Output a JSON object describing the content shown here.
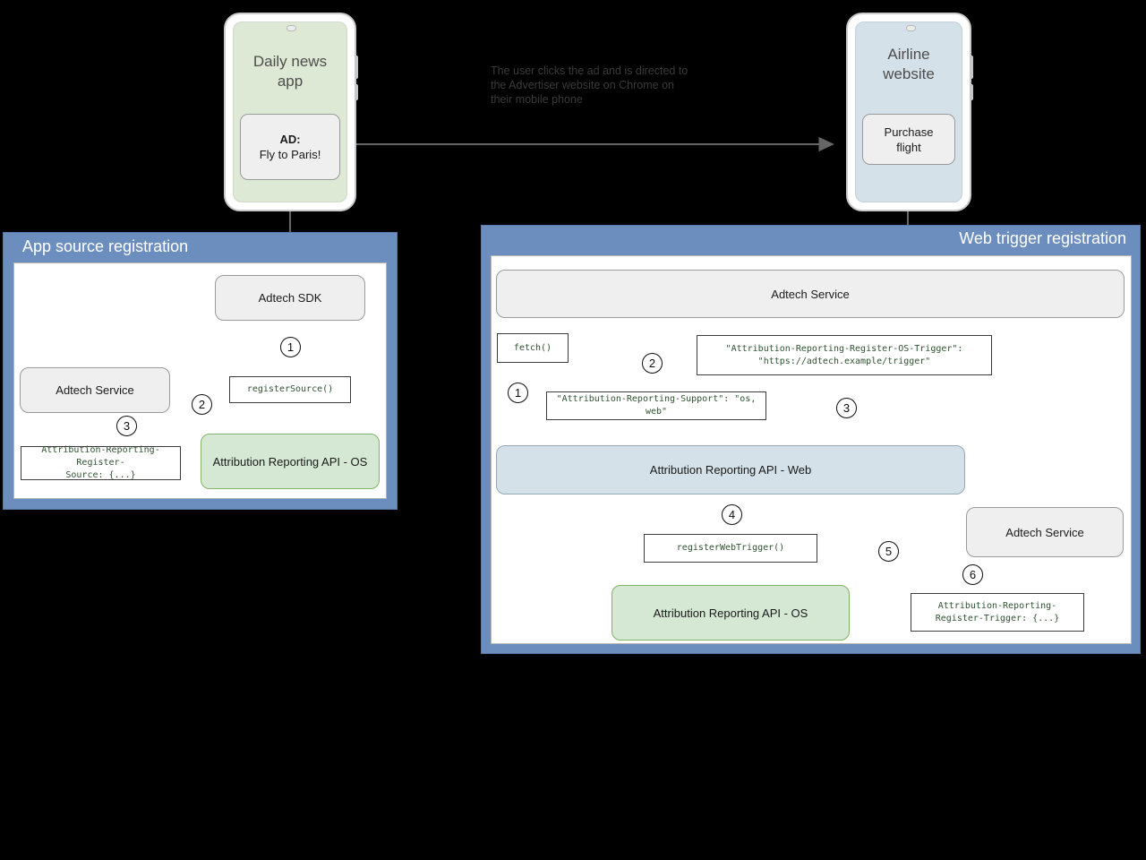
{
  "colors": {
    "panel_blue": "#6c8ebf",
    "node_gray": "#efefef",
    "node_green": "#d5e8d4",
    "node_bluegray": "#d4e1e8",
    "code_text_green": "#2f5231",
    "arrow_gray": "#666666",
    "background": "#000000"
  },
  "phones": {
    "left": {
      "title": "Daily news\napp",
      "card_line1": "AD:",
      "card_line2": "Fly to Paris!",
      "screen_color": "#dde9d5"
    },
    "right": {
      "title": "Airline\nwebsite",
      "card_line1": "Purchase",
      "card_line2": "flight",
      "screen_color": "#d4e1e8"
    }
  },
  "caption": {
    "text": "The user clicks the ad and is directed to\nthe Advertiser website on Chrome on\ntheir mobile phone"
  },
  "left_panel": {
    "title": "App source registration",
    "nodes": {
      "adtech_sdk": "Adtech SDK",
      "adtech_service": "Adtech Service",
      "api_os": "Attribution Reporting API - OS"
    },
    "codeboxes": {
      "register_source": "registerSource()",
      "register_source_header": "Attribution-Reporting-Register-\nSource: {...}"
    },
    "steps": [
      "1",
      "2",
      "3"
    ]
  },
  "right_panel": {
    "title": "Web trigger registration",
    "nodes": {
      "adtech_service_top": "Adtech Service",
      "api_web": "Attribution Reporting API - Web",
      "api_os": "Attribution Reporting API - OS",
      "adtech_service_bottom": "Adtech Service"
    },
    "codeboxes": {
      "fetch": "fetch()",
      "support_header": "\"Attribution-Reporting-Support\": \"os, web\"",
      "os_trigger_header": "\"Attribution-Reporting-Register-OS-Trigger\":\n        \"https://adtech.example/trigger\"",
      "register_web_trigger": "registerWebTrigger()",
      "register_trigger_header": "Attribution-Reporting-\nRegister-Trigger: {...}"
    },
    "steps": [
      "1",
      "2",
      "3",
      "4",
      "5",
      "6"
    ]
  }
}
